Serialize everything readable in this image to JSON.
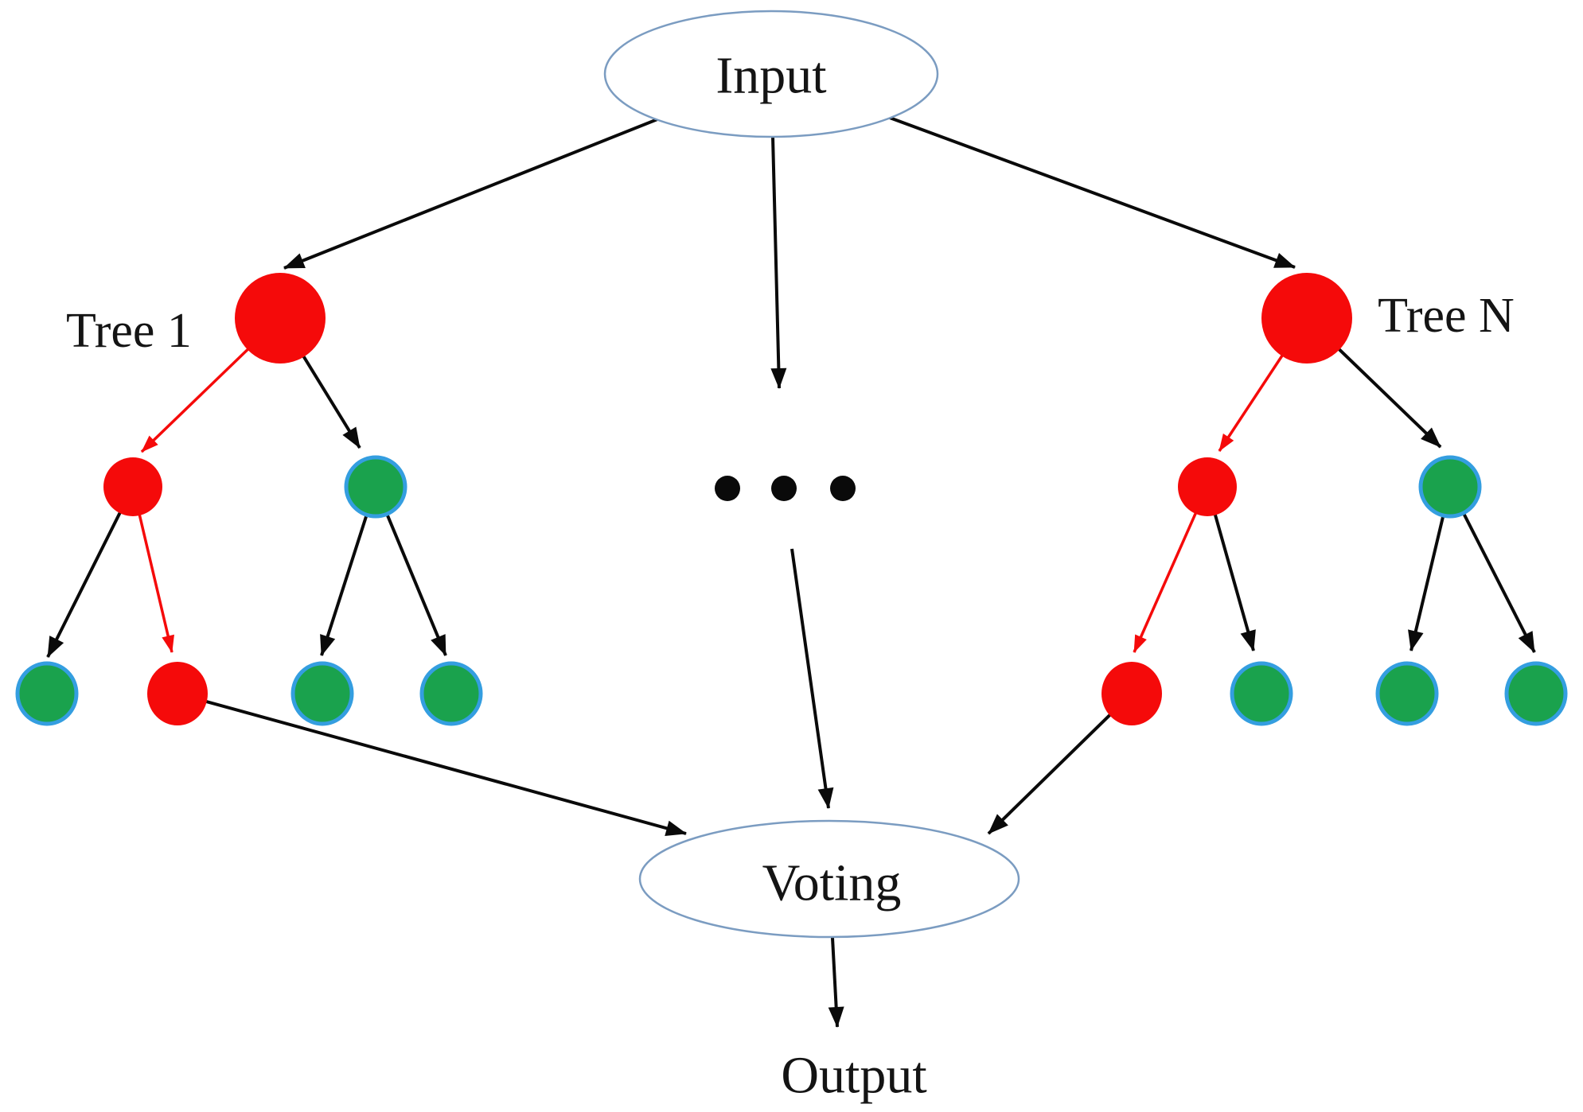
{
  "diagram": {
    "type": "random-forest-flow-diagram",
    "labels": {
      "input": "Input",
      "tree1": "Tree 1",
      "treeN": "Tree N",
      "voting": "Voting",
      "output": "Output"
    },
    "colors": {
      "background": "#ffffff",
      "node_red": "#f50a0a",
      "node_green": "#1aa24d",
      "node_border_blue": "#349ee0",
      "ellipse_stroke": "#7b9cc1",
      "edge_black": "#0a0a0a",
      "edge_red": "#f50a0a",
      "text": "#141414",
      "dot_black": "#0a0a0a"
    },
    "ellipsis_dot_count": 3,
    "graph": {
      "nodes": [
        {
          "id": "tree1-root",
          "tree": "tree1",
          "level": "root",
          "color": "red"
        },
        {
          "id": "tree1-mid-left",
          "tree": "tree1",
          "level": "mid",
          "color": "red"
        },
        {
          "id": "tree1-mid-right",
          "tree": "tree1",
          "level": "mid",
          "color": "green"
        },
        {
          "id": "tree1-leaf-1",
          "tree": "tree1",
          "level": "leaf",
          "color": "green"
        },
        {
          "id": "tree1-leaf-2",
          "tree": "tree1",
          "level": "leaf",
          "color": "red"
        },
        {
          "id": "tree1-leaf-3",
          "tree": "tree1",
          "level": "leaf",
          "color": "green"
        },
        {
          "id": "tree1-leaf-4",
          "tree": "tree1",
          "level": "leaf",
          "color": "green"
        },
        {
          "id": "treeN-root",
          "tree": "treeN",
          "level": "root",
          "color": "red"
        },
        {
          "id": "treeN-mid-left",
          "tree": "treeN",
          "level": "mid",
          "color": "red"
        },
        {
          "id": "treeN-mid-right",
          "tree": "treeN",
          "level": "mid",
          "color": "green"
        },
        {
          "id": "treeN-leaf-1",
          "tree": "treeN",
          "level": "leaf",
          "color": "red"
        },
        {
          "id": "treeN-leaf-2",
          "tree": "treeN",
          "level": "leaf",
          "color": "green"
        },
        {
          "id": "treeN-leaf-3",
          "tree": "treeN",
          "level": "leaf",
          "color": "green"
        },
        {
          "id": "treeN-leaf-4",
          "tree": "treeN",
          "level": "leaf",
          "color": "green"
        }
      ],
      "edges": [
        {
          "id": "input-to-tree1",
          "from": "input",
          "to": "tree1-root",
          "color": "black"
        },
        {
          "id": "input-to-middle",
          "from": "input",
          "to": "middle-dots",
          "color": "black"
        },
        {
          "id": "input-to-treeN",
          "from": "input",
          "to": "treeN-root",
          "color": "black"
        },
        {
          "id": "tree1-root-to-mid-left",
          "from": "tree1-root",
          "to": "tree1-mid-left",
          "color": "red"
        },
        {
          "id": "tree1-root-to-mid-right",
          "from": "tree1-root",
          "to": "tree1-mid-right",
          "color": "black"
        },
        {
          "id": "tree1-midleft-to-leaf1",
          "from": "tree1-mid-left",
          "to": "tree1-leaf-1",
          "color": "black"
        },
        {
          "id": "tree1-midleft-to-leaf2",
          "from": "tree1-mid-left",
          "to": "tree1-leaf-2",
          "color": "red"
        },
        {
          "id": "tree1-midright-to-leaf3",
          "from": "tree1-mid-right",
          "to": "tree1-leaf-3",
          "color": "black"
        },
        {
          "id": "tree1-midright-to-leaf4",
          "from": "tree1-mid-right",
          "to": "tree1-leaf-4",
          "color": "black"
        },
        {
          "id": "treeN-root-to-mid-left",
          "from": "treeN-root",
          "to": "treeN-mid-left",
          "color": "red"
        },
        {
          "id": "treeN-root-to-mid-right",
          "from": "treeN-root",
          "to": "treeN-mid-right",
          "color": "black"
        },
        {
          "id": "treeN-midleft-to-leaf1",
          "from": "treeN-mid-left",
          "to": "treeN-leaf-1",
          "color": "red"
        },
        {
          "id": "treeN-midleft-to-leaf2",
          "from": "treeN-mid-left",
          "to": "treeN-leaf-2",
          "color": "black"
        },
        {
          "id": "treeN-midright-to-leaf3",
          "from": "treeN-mid-right",
          "to": "treeN-leaf-3",
          "color": "black"
        },
        {
          "id": "treeN-midright-to-leaf4",
          "from": "treeN-mid-right",
          "to": "treeN-leaf-4",
          "color": "black"
        },
        {
          "id": "tree1-leaf2-to-voting",
          "from": "tree1-leaf-2",
          "to": "voting",
          "color": "black"
        },
        {
          "id": "middle-to-voting",
          "from": "middle-dots",
          "to": "voting",
          "color": "black"
        },
        {
          "id": "treeN-leaf1-to-voting",
          "from": "treeN-leaf-1",
          "to": "voting",
          "color": "black"
        },
        {
          "id": "voting-to-output",
          "from": "voting",
          "to": "output",
          "color": "black"
        }
      ]
    }
  }
}
